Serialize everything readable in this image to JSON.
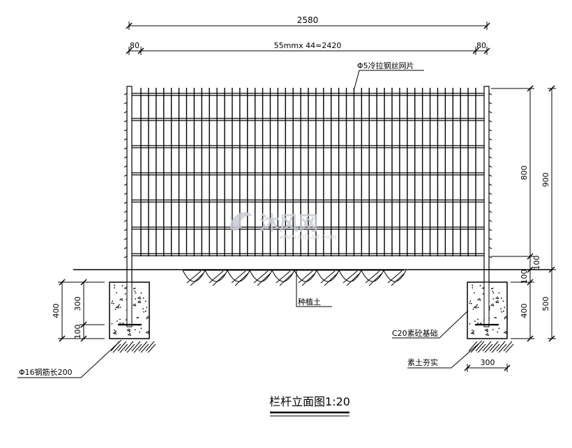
{
  "drawing": {
    "title": "栏杆立面图1:20",
    "watermark": {
      "brand": "沐风网",
      "url": "www.mfcad.com"
    }
  },
  "dimensions": {
    "overall_width": "2580",
    "post_left": "80",
    "post_right": "80",
    "mesh_spacing": "55mmx 44=2420",
    "right_inner_panel": "800",
    "right_inner_lower": "100",
    "right_outer_total": "900",
    "right_outer_found": "500",
    "right_found_top": "100",
    "right_found_lower": "400",
    "left_found_total": "400",
    "left_found_inner": "300",
    "left_found_bottom": "100",
    "found_width": "300"
  },
  "labels": {
    "mesh": "Φ5冷拉钢丝网片",
    "soil": "种植土",
    "foundation": "C20素砼基础",
    "compacted": "素土夯实",
    "rebar": "Φ16钢筋长200"
  },
  "colors": {
    "line": "#000000",
    "watermark": "#c9ccd6"
  }
}
